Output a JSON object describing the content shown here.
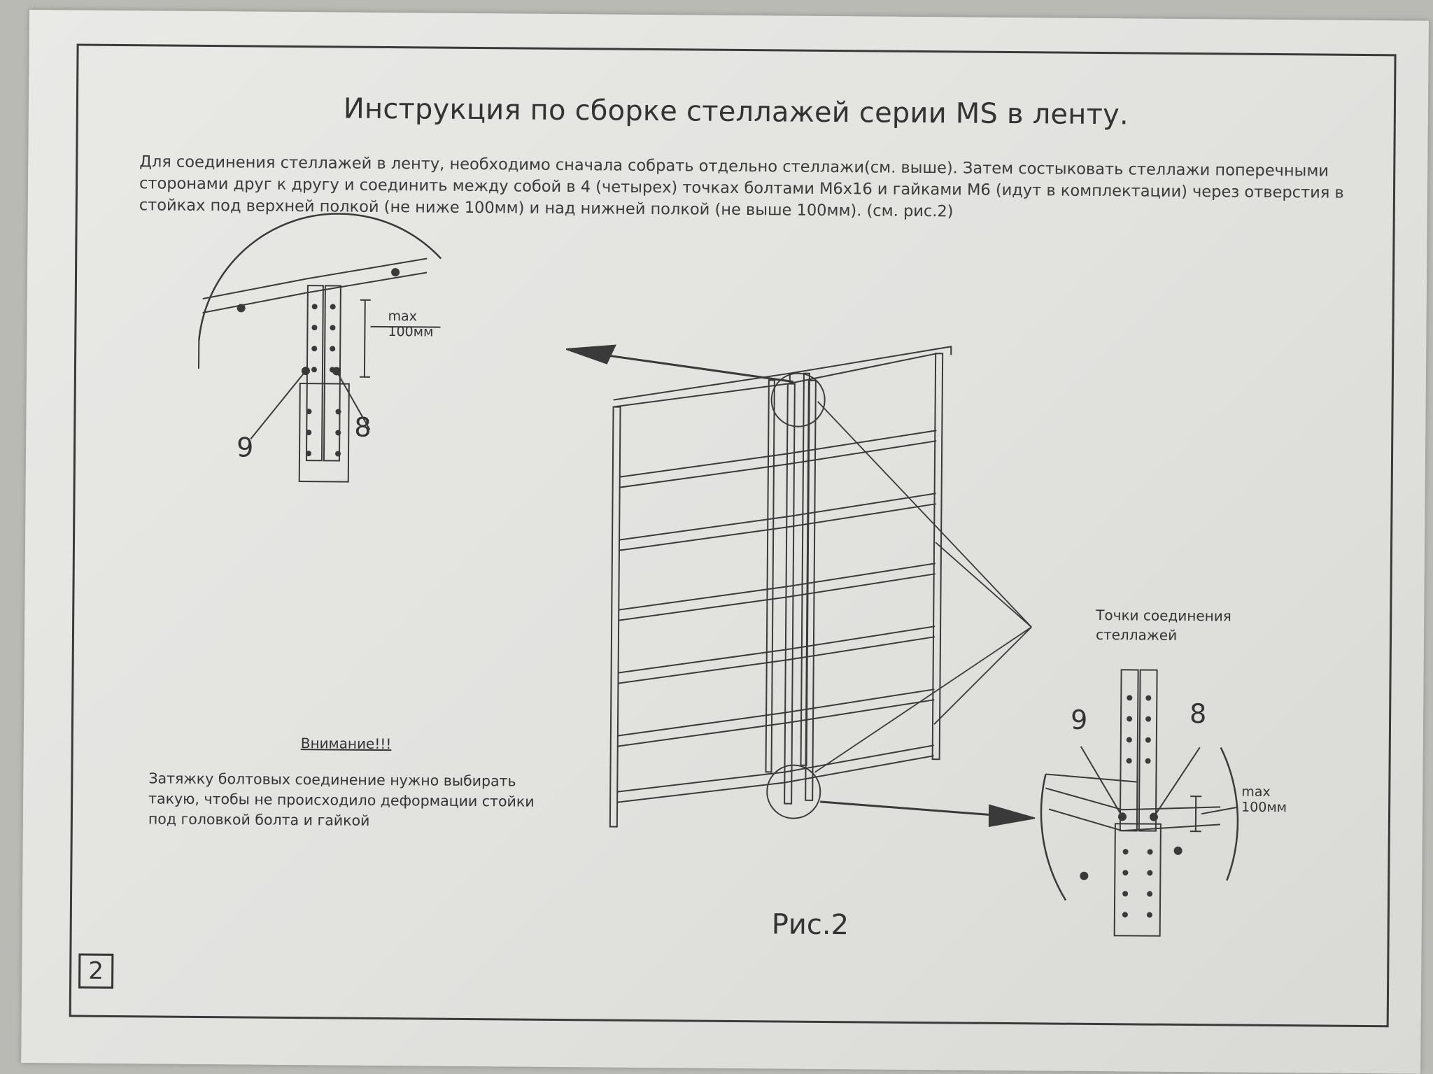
{
  "title": "Инструкция по сборке стеллажей серии MS в ленту.",
  "intro_text": "Для соединения стеллажей в ленту,  необходимо сначала собрать отдельно стеллажи(см. выше). Затем состыковать стеллажи поперечными сторонами друг к другу и соединить между собой в 4 (четырех) точках болтами М6х16 и гайками М6 (идут в комплектации) через отверстия в стойках под верхней полкой (не ниже 100мм)  и над нижней полкой (не выше 100мм). (см. рис.2)",
  "detail_top": {
    "max_label_1": "max",
    "max_label_2": "100мм",
    "callout_left": "9",
    "callout_right": "8"
  },
  "detail_bottom": {
    "callout_left": "9",
    "callout_right": "8",
    "max_label_1": "max",
    "max_label_2": "100мм"
  },
  "connection_points_label": "Точки соединения стеллажей",
  "warning": {
    "title": "Внимание!!!",
    "text": "Затяжку болтовых соединение нужно выбирать такую, чтобы не происходило деформации стойки под головкой болта и гайкой"
  },
  "figure_label": "Рис.2",
  "page_number": "2"
}
